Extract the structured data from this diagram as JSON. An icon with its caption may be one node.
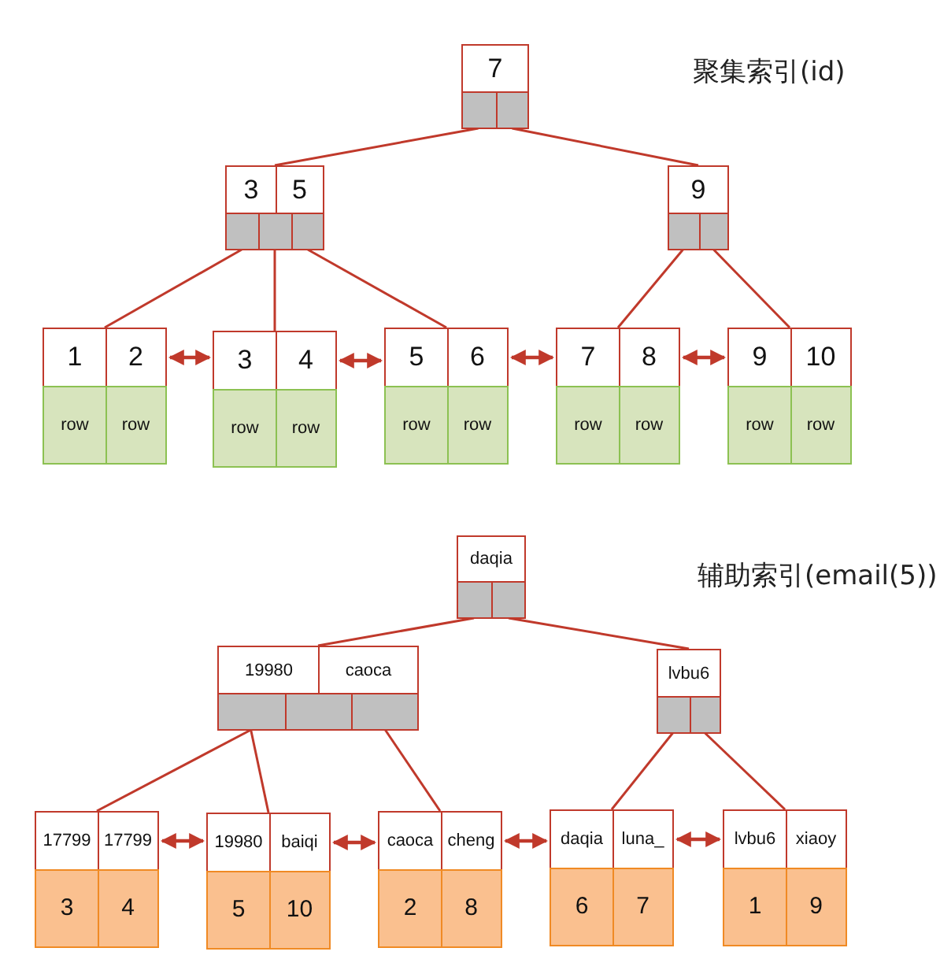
{
  "diagram": {
    "nodes": [
      {
        "text": [
          "7"
        ]
      },
      {
        "text": [
          "3",
          "5"
        ]
      },
      {
        "text": [
          "9"
        ]
      },
      {
        "text": [
          "1",
          "2",
          "row",
          "row"
        ]
      },
      {
        "text": [
          "3",
          "4",
          "row",
          "row"
        ]
      },
      {
        "text": [
          "5",
          "6",
          "row",
          "row"
        ]
      },
      {
        "text": [
          "7",
          "8",
          "row",
          "row"
        ]
      },
      {
        "text": [
          "9",
          "10",
          "row",
          "row"
        ]
      },
      {
        "text": [
          "daqia"
        ]
      },
      {
        "text": [
          "19980",
          "caoca"
        ]
      },
      {
        "text": [
          "lvbu6"
        ]
      },
      {
        "text": [
          "17799",
          "17799",
          "3",
          "4"
        ]
      },
      {
        "text": [
          "19980",
          "baiqi",
          "5",
          "10"
        ]
      },
      {
        "text": [
          "caoca",
          "cheng",
          "2",
          "8"
        ]
      },
      {
        "text": [
          "daqia",
          "luna_",
          "6",
          "7"
        ]
      },
      {
        "text": [
          "lvbu6",
          "xiaoy",
          "1",
          "9"
        ]
      }
    ],
    "edges": [
      {
        "from": 0,
        "to": 1,
        "arrow": "none"
      },
      {
        "from": 0,
        "to": 2,
        "arrow": "none"
      },
      {
        "from": 1,
        "to": 3,
        "arrow": "none"
      },
      {
        "from": 1,
        "to": 4,
        "arrow": "none"
      },
      {
        "from": 1,
        "to": 5,
        "arrow": "none"
      },
      {
        "from": 2,
        "to": 6,
        "arrow": "none"
      },
      {
        "from": 2,
        "to": 7,
        "arrow": "none"
      },
      {
        "from": 3,
        "to": 4,
        "arrow": "both"
      },
      {
        "from": 4,
        "to": 5,
        "arrow": "both"
      },
      {
        "from": 5,
        "to": 6,
        "arrow": "both"
      },
      {
        "from": 6,
        "to": 7,
        "arrow": "both"
      },
      {
        "from": 8,
        "to": 9,
        "arrow": "none"
      },
      {
        "from": 8,
        "to": 10,
        "arrow": "none"
      },
      {
        "from": 9,
        "to": 11,
        "arrow": "none"
      },
      {
        "from": 9,
        "to": 12,
        "arrow": "none"
      },
      {
        "from": 9,
        "to": 13,
        "arrow": "none"
      },
      {
        "from": 10,
        "to": 14,
        "arrow": "none"
      },
      {
        "from": 10,
        "to": 15,
        "arrow": "none"
      },
      {
        "from": 11,
        "to": 12,
        "arrow": "both"
      },
      {
        "from": 12,
        "to": 13,
        "arrow": "both"
      },
      {
        "from": 13,
        "to": 14,
        "arrow": "both"
      },
      {
        "from": 14,
        "to": 15,
        "arrow": "both"
      }
    ],
    "labels": [
      "聚集索引(id)",
      "辅助索引(email(5))"
    ]
  }
}
